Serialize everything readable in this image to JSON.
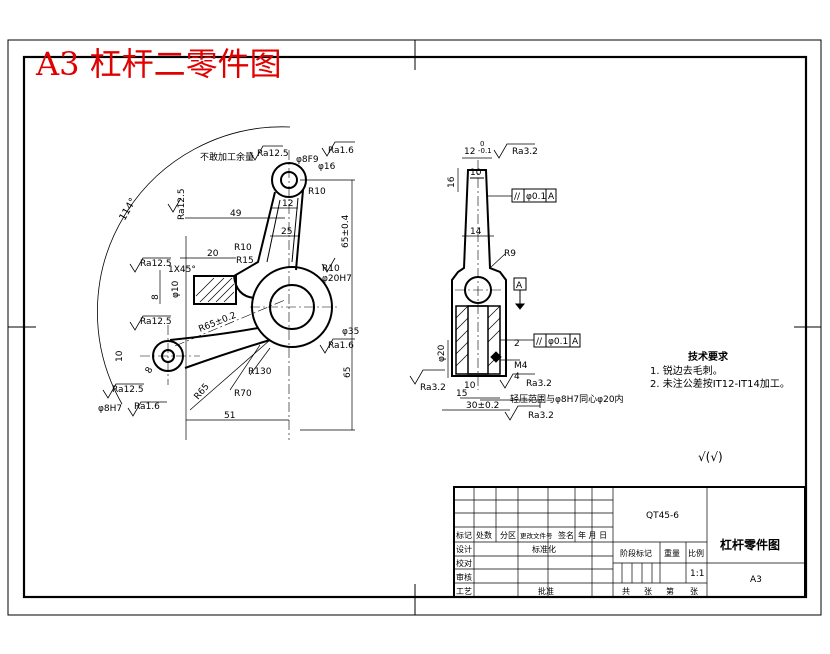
{
  "header": {
    "title": "A3 杠杆二零件图"
  },
  "front_view": {
    "dims": {
      "d114": "114°",
      "r10_top": "R10",
      "phi16": "φ16",
      "phi8f9": "φ8F9",
      "ra16_top": "Ra1.6",
      "ra125_top": "Ra12.5",
      "not_machined": "不敢加工余量",
      "ra125_left": "Ra12.5",
      "d49": "49",
      "d12": "12",
      "d25": "25",
      "d20": "20",
      "r10_mid": "R10",
      "r15": "R15",
      "chamfer": "1X45°",
      "ra125_mid": "Ra12.5",
      "phi10": "φ10",
      "d8": "8",
      "r10_right": "R10",
      "phi20h7": "φ20H7",
      "d65_04": "65±0.4",
      "ra125_low": "Ra12.5",
      "r65": "R65±0.2",
      "phi35": "φ35",
      "ra16_right": "Ra1.6",
      "d10": "10",
      "d8b": "8",
      "ra125_bl": "Ra12.5",
      "r130": "R130",
      "r70": "R70",
      "r65b": "R65",
      "phi8h7": "φ8H7",
      "ra16_bl": "Ra1.6",
      "d51": "51",
      "d65": "65"
    }
  },
  "side_view": {
    "dims": {
      "d12": "12",
      "tol": "-0.1",
      "zero": "0",
      "ra32_top": "Ra3.2",
      "d10": "10",
      "d16": "16",
      "gdt1_sym": "//",
      "gdt1_val": "φ0.1",
      "gdt1_ref": "A",
      "d14": "14",
      "r9": "R9",
      "datum": "A",
      "d2": "2",
      "gdt2_sym": "//",
      "gdt2_val": "φ0.1",
      "gdt2_ref": "A",
      "m4": "M4",
      "phi20": "φ20",
      "ra32_bl": "Ra3.2",
      "d10b": "10",
      "d4": "4",
      "ra32_r": "Ra3.2",
      "d15": "15",
      "d30": "30±0.2",
      "note": "轻压范围与φ8H7同心φ20内",
      "ra32_bottom": "Ra3.2"
    }
  },
  "tech_req": {
    "heading": "技术要求",
    "line1": "1. 锐边去毛刺。",
    "line2": "2. 未注公差按IT12-IT14加工。"
  },
  "roughness_note": "√(√)",
  "title_block": {
    "code": "QT45-6",
    "part_name": "杠杆零件图",
    "sheet": "A3",
    "row_labels": [
      "标记",
      "处数",
      "分区",
      "更改文件号",
      "签名",
      "年 月 日"
    ],
    "design": "设计",
    "check": "校对",
    "review": "审核",
    "process": "工艺",
    "standardize": "标准化",
    "approve": "批准",
    "stage_mark": "阶段标记",
    "weight": "重量",
    "scale": "比例",
    "scale_value": "1:1",
    "sheet_total": "共",
    "sheet_label": "张",
    "sheet_no": "第",
    "sheet_label2": "张"
  }
}
